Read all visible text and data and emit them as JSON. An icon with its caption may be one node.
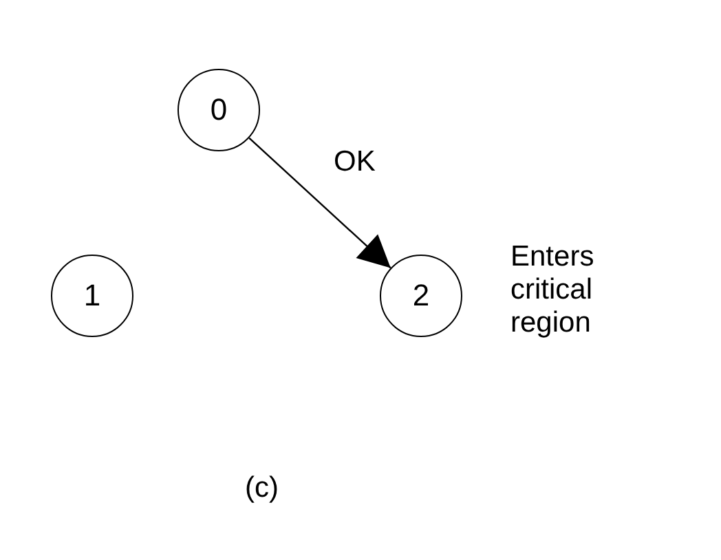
{
  "diagram": {
    "caption": "(c)",
    "nodes": [
      {
        "text": [
          "0"
        ]
      },
      {
        "text": [
          "1"
        ]
      },
      {
        "text": [
          "2"
        ],
        "beside": [
          "Enters critical region"
        ]
      }
    ],
    "edges": [
      {
        "from": 0,
        "to": 2,
        "arrow": "to",
        "label": "OK"
      }
    ]
  }
}
